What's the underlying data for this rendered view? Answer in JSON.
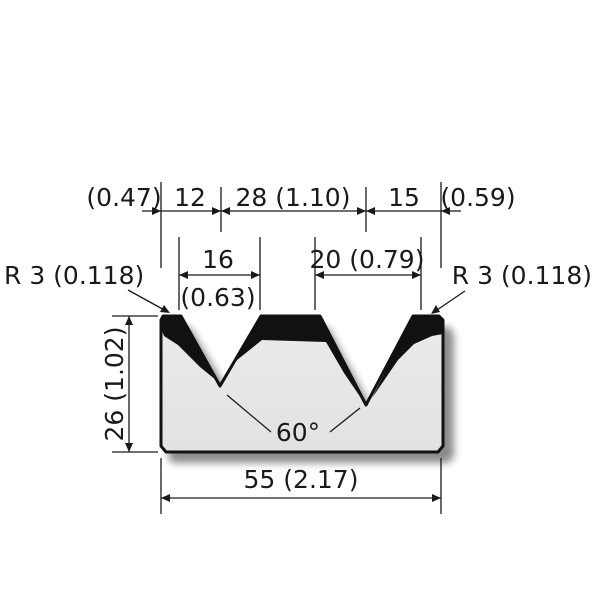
{
  "drawing": {
    "top_dims": {
      "left_offset": "(0.47)",
      "left_width": "12",
      "center": "28 (1.10)",
      "right_width": "15",
      "right_offset": "(0.59)"
    },
    "left_v_opening": {
      "value": "16",
      "inch": "(0.63)"
    },
    "right_v_opening": "20 (0.79)",
    "left_radius": "R 3 (0.118)",
    "right_radius": "R 3 (0.118)",
    "height": "26 (1.02)",
    "width": "55 (2.17)",
    "angle": "60°"
  }
}
